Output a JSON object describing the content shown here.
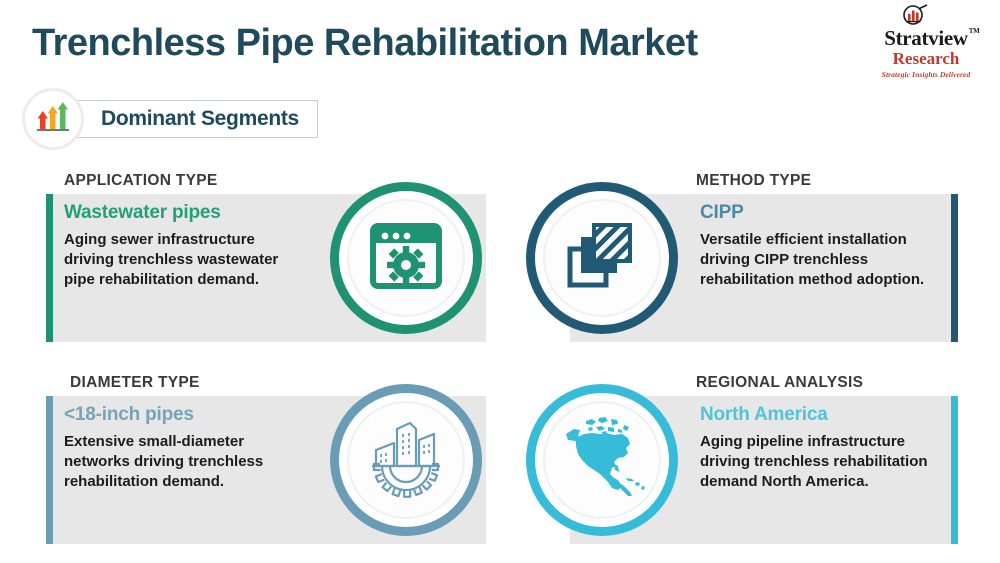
{
  "header": {
    "title": "Trenchless Pipe Rehabilitation Market",
    "badge_label": "Dominant Segments",
    "badge_icon": "ascending-bar-arrows-icon"
  },
  "logo": {
    "brand": "Stratview",
    "trademark": "TM",
    "subbrand": "Research",
    "tagline": "Strategic Insights Delivered",
    "mark_icon": "magnifier-bar-chart-icon"
  },
  "colors": {
    "title": "#1f4a5c",
    "panel_bg": "#e7e7e7",
    "label": "#3a3a3a",
    "body_text": "#1c1c1c",
    "green": "#1e9272",
    "dark_teal": "#215a75",
    "steel_blue": "#6a9cb5",
    "cyan": "#36bcd8"
  },
  "cards": [
    {
      "id": "application",
      "label": "APPLICATION TYPE",
      "heading": "Wastewater pipes",
      "heading_color": "#22a079",
      "accent_color": "#1e9272",
      "ring_color": "#1e9272",
      "body": "Aging sewer infrastructure driving trenchless wastewater pipe rehabilitation demand.",
      "icon": "browser-window-gear-icon"
    },
    {
      "id": "method",
      "label": "METHOD TYPE",
      "heading": "CIPP",
      "heading_color": "#4a89a8",
      "accent_color": "#215a75",
      "ring_color": "#215a75",
      "body": "Versatile efficient installation driving CIPP trenchless rehabilitation method adoption.",
      "icon": "layered-squares-stripes-icon"
    },
    {
      "id": "diameter",
      "label": "DIAMETER TYPE",
      "heading": "<18-inch pipes",
      "heading_color": "#77a3b6",
      "accent_color": "#6a9cb5",
      "ring_color": "#6a9cb5",
      "body": "Extensive small-diameter networks driving trenchless rehabilitation demand.",
      "icon": "city-buildings-gear-icon"
    },
    {
      "id": "regional",
      "label": "REGIONAL ANALYSIS",
      "heading": "North America",
      "heading_color": "#51c4d8",
      "accent_color": "#36bcd8",
      "ring_color": "#36bcd8",
      "body": "Aging pipeline infrastructure driving trenchless rehabilitation demand North America.",
      "icon": "north-america-map-icon"
    }
  ]
}
